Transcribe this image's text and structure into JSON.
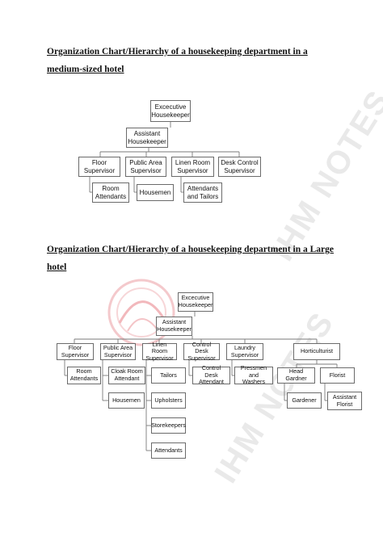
{
  "watermark": "IHM NOTES",
  "medium": {
    "heading": "Organization Chart/Hierarchy of a housekeeping department in a medium-sized hotel",
    "nodes": {
      "exec": "Excecutive\nHousekeeper",
      "assistant": "Assistant\nHousekeeper",
      "floor": "Floor\nSupervisor",
      "public": "Public Area\nSupervisor",
      "linen": "Linen Room\nSupervisor",
      "desk": "Desk Control\nSupervisor",
      "room": "Room\nAttendants",
      "housemen": "Housemen",
      "tailors": "Attendants\nand Tailors"
    }
  },
  "large": {
    "heading": "Organization Chart/Hierarchy of a housekeeping department in a Large hotel",
    "nodes": {
      "exec": "Excecutive\nHousekeeper",
      "assistant": "Assistant\nHousekeeper",
      "floor": "Floor\nSupervisor",
      "public": "Public Area\nSupervisor",
      "linen": "Linen Room\nSupervisor",
      "control": "Control Desk\nSupervisor",
      "laundry": "Laundry\nSupervisor",
      "horti": "Horticulturist",
      "room": "Room\nAttendants",
      "cloak": "Cloak Room\nAttendant",
      "housemen": "Housemen",
      "tailors": "Tailors",
      "upholsters": "Upholsters",
      "storekeepers": "Storekeepers",
      "attendants": "Attendants",
      "controlAtt": "Control Desk\nAttendant",
      "pressmen": "Pressmen and\nWashers",
      "headGardener": "Head Gardner",
      "florist": "Florist",
      "gardener": "Gardener",
      "asstFlorist": "Assistant\nFlorist"
    }
  }
}
